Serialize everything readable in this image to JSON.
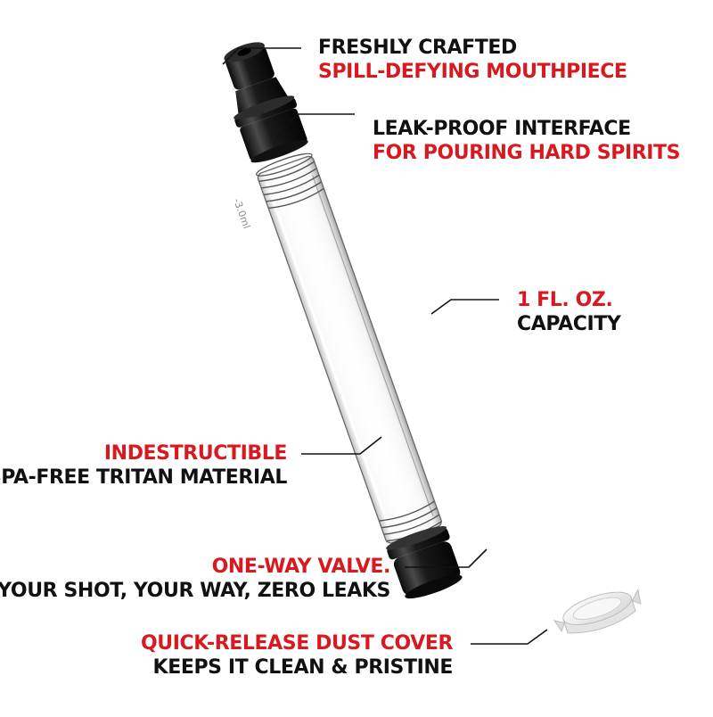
{
  "colors": {
    "accent": "#d81920",
    "text": "#111111",
    "background": "#ffffff"
  },
  "callouts": {
    "mouthpiece": {
      "line1": "FRESHLY CRAFTED",
      "line2": "SPILL-DEFYING MOUTHPIECE"
    },
    "interface": {
      "line1": "LEAK-PROOF INTERFACE",
      "line2": "FOR POURING HARD SPIRITS"
    },
    "capacity": {
      "line1": "1 FL. OZ.",
      "line2": "CAPACITY"
    },
    "material": {
      "line1": "INDESTRUCTIBLE",
      "line2": "BPA-FREE TRITAN MATERIAL"
    },
    "valve": {
      "line1": "ONE-WAY VALVE.",
      "line2": "YOUR SHOT, YOUR WAY, ZERO LEAKS"
    },
    "dust_cover": {
      "line1": "QUICK-RELEASE DUST COVER",
      "line2": "KEEPS IT CLEAN & PRISTINE"
    }
  },
  "tube_marking": "-3.0ml"
}
